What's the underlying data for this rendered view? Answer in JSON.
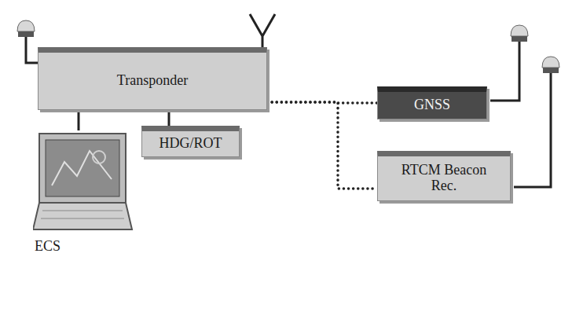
{
  "diagram": {
    "nodes": [
      {
        "text": [
          "Transponder"
        ]
      },
      {
        "text": [
          "GNSS"
        ]
      },
      {
        "text": [
          "HDG/ROT"
        ]
      },
      {
        "text": [
          "RTCM Beacon Rec."
        ]
      },
      {
        "text": [
          "ECS"
        ]
      }
    ],
    "edges": [
      {
        "from": 0,
        "to": 4,
        "arrow": "none"
      },
      {
        "from": 0,
        "to": 2,
        "arrow": "none"
      },
      {
        "from": 0,
        "to": 1,
        "arrow": "none"
      },
      {
        "from": 0,
        "to": 3,
        "arrow": "none"
      }
    ]
  }
}
